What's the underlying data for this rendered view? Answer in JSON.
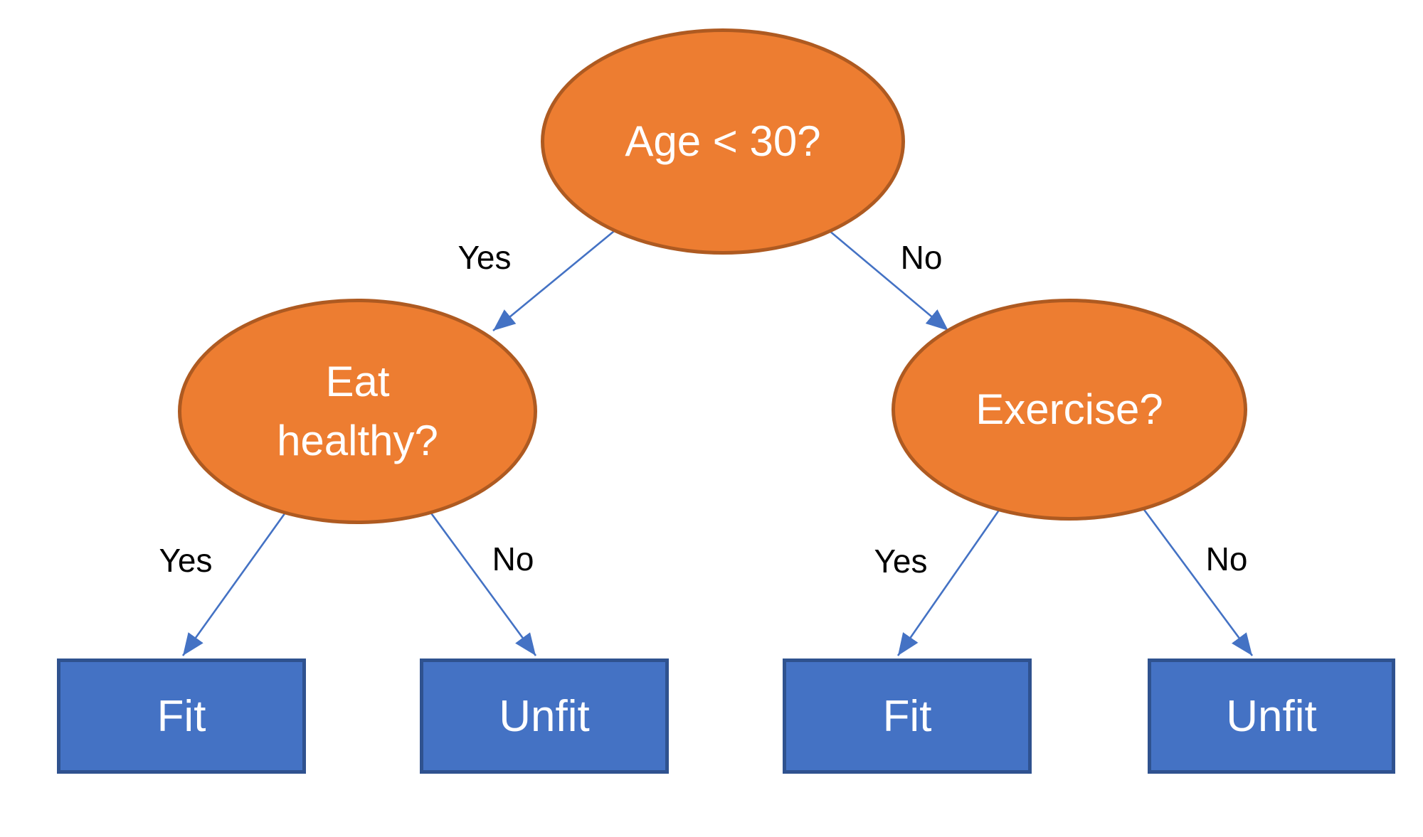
{
  "diagram": {
    "type": "decision-tree",
    "nodes": {
      "root": {
        "label": "Age < 30?"
      },
      "eat_healthy": {
        "label": "Eat healthy?"
      },
      "exercise": {
        "label": "Exercise?"
      }
    },
    "leaves": {
      "fit_left": {
        "label": "Fit"
      },
      "unfit_left": {
        "label": "Unfit"
      },
      "fit_right": {
        "label": "Fit"
      },
      "unfit_right": {
        "label": "Unfit"
      }
    },
    "edge_labels": {
      "root_yes": "Yes",
      "root_no": "No",
      "eat_yes": "Yes",
      "eat_no": "No",
      "exercise_yes": "Yes",
      "exercise_no": "No"
    },
    "colors": {
      "node-fill": "#ED7D31",
      "node-stroke": "#AE5A21",
      "leaf-fill": "#4472C4",
      "leaf-stroke": "#2F528F",
      "arrow": "#4472C4",
      "node-text": "#FFFFFF",
      "edge-label-text": "#000000"
    }
  }
}
